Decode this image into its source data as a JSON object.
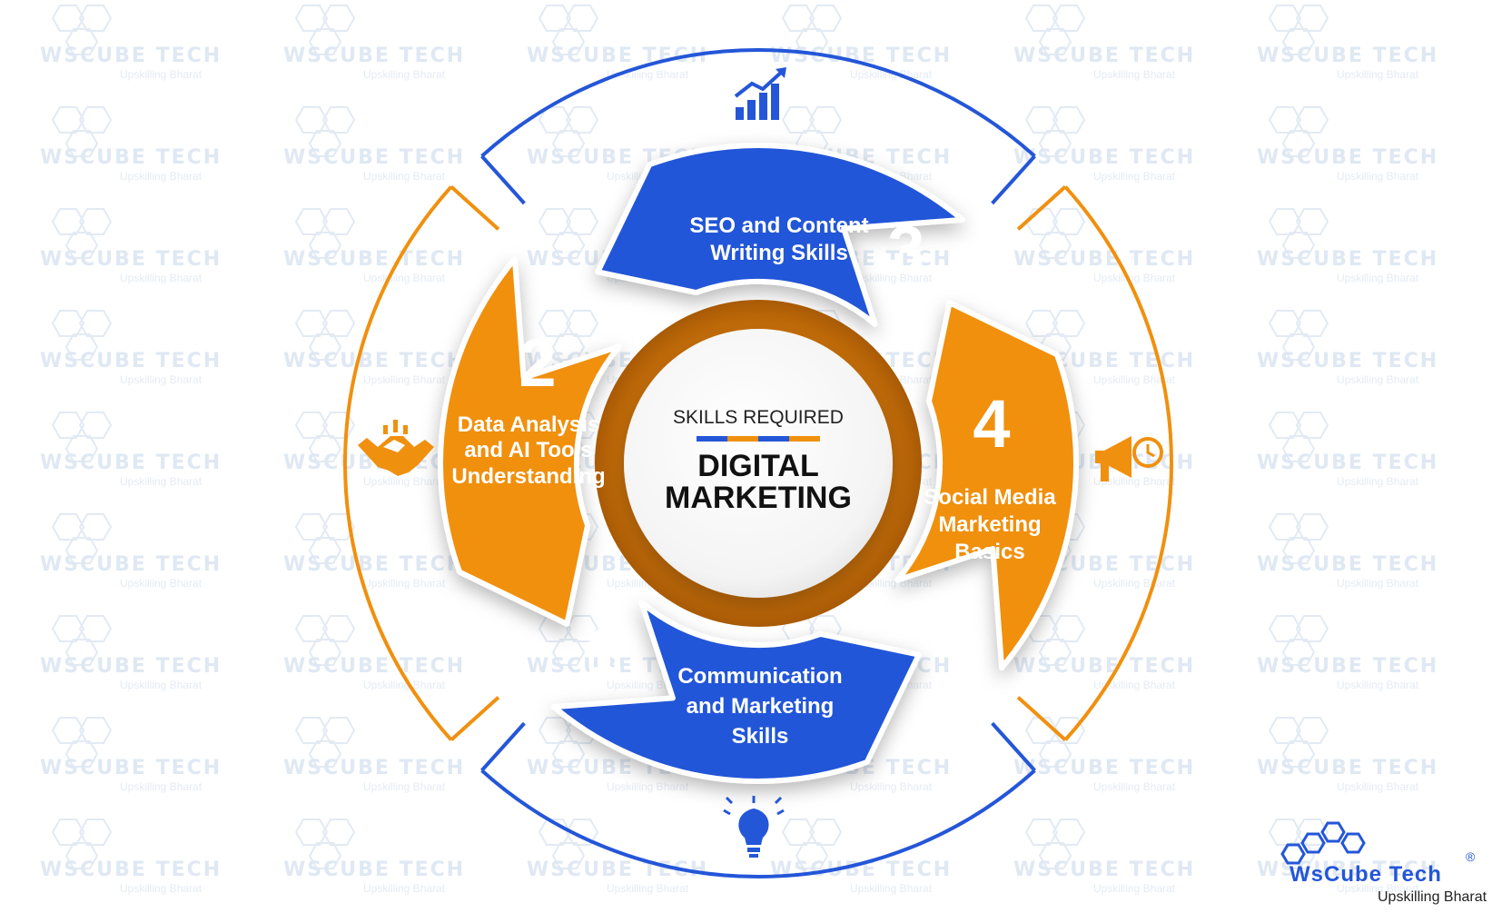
{
  "diagram": {
    "center": {
      "subtitle": "SKILLS REQUIRED",
      "title_line1": "DIGITAL",
      "title_line2": "MARKETING"
    },
    "segments": [
      {
        "number": "1",
        "lines": [
          "Communication",
          "and Marketing",
          "Skills"
        ],
        "color": "#2456d8",
        "icon": "lightbulb-icon"
      },
      {
        "number": "2",
        "lines": [
          "Data Analysis",
          "and AI Tools",
          "Understanding"
        ],
        "color": "#f0900f",
        "icon": "handshake-icon"
      },
      {
        "number": "3",
        "lines": [
          "SEO and Content",
          "Writing Skills"
        ],
        "color": "#2456d8",
        "icon": "growth-chart-icon"
      },
      {
        "number": "4",
        "lines": [
          "Social Media",
          "Marketing",
          "Basics"
        ],
        "color": "#f0900f",
        "icon": "megaphone-icon"
      }
    ],
    "colors": {
      "blue": "#2456d8",
      "orange": "#f0900f"
    }
  },
  "brand": {
    "name": "WsCube Tech",
    "tagline": "Upskilling Bharat",
    "registered": "®"
  }
}
